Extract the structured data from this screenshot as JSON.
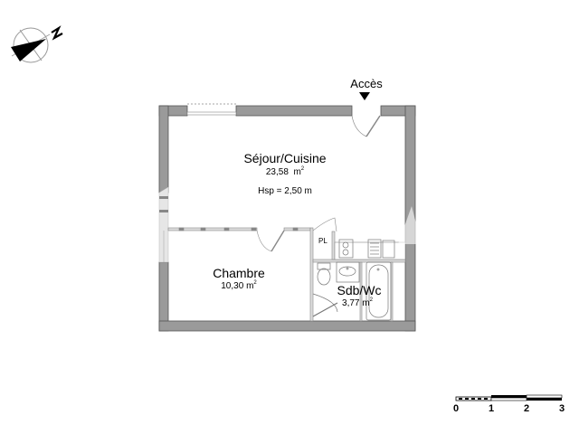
{
  "compass": {
    "north_label": "N"
  },
  "access": {
    "label": "Accès"
  },
  "rooms": [
    {
      "name": "Séjour/Cuisine",
      "area": "23,58",
      "unit": "m",
      "unit_exp": "2",
      "extra": "Hsp = 2,50 m"
    },
    {
      "name": "Chambre",
      "area": "10,30",
      "unit": "m",
      "unit_exp": "2"
    },
    {
      "name": "Sdb/Wc",
      "area": "3,77",
      "unit": "m",
      "unit_exp": "2"
    }
  ],
  "closet": {
    "label": "PL"
  },
  "scale_bar": {
    "ticks": [
      "0",
      "1",
      "2",
      "3"
    ]
  },
  "colors": {
    "wall": "#9a9a9a",
    "wall_edge": "#555555",
    "fixture": "#777777"
  }
}
